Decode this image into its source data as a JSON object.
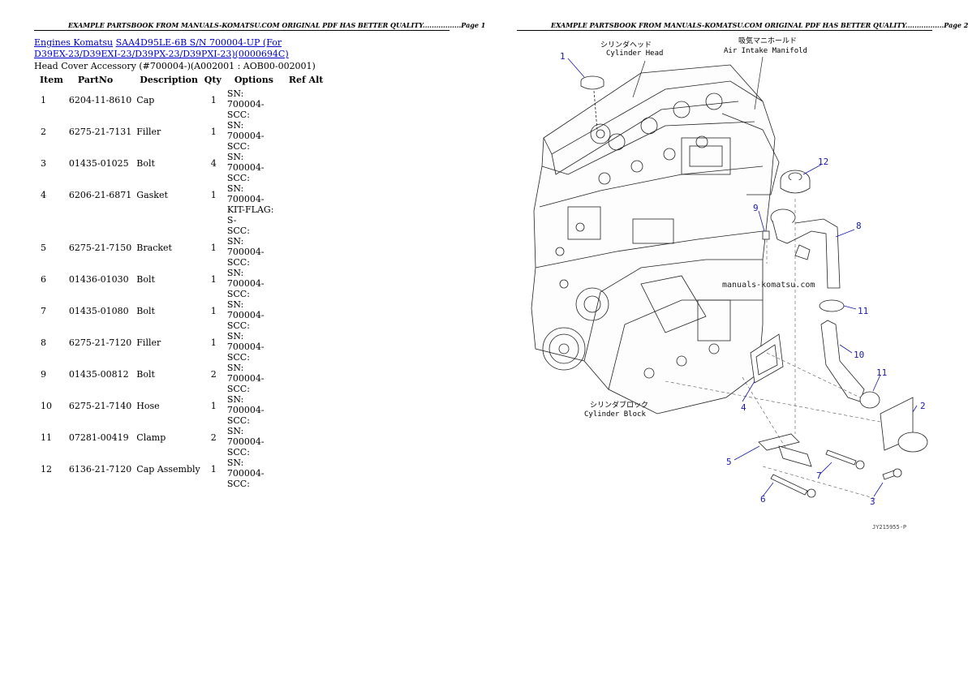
{
  "header_left": {
    "text": "EXAMPLE PARTSBOOK FROM MANUALS-KOMATSU.COM ORIGINAL PDF HAS BETTER QUALITY.................Page 1"
  },
  "header_right": {
    "text": "EXAMPLE PARTSBOOK FROM MANUALS-KOMATSU.COM ORIGINAL PDF HAS BETTER QUALITY.................Page 2"
  },
  "breadcrumb": {
    "link1": "Engines Komatsu",
    "link2_line1": "SAA4D95LE-6B S/N 700004-UP (For",
    "link2_line2": "D39EX-23/D39EXI-23/D39PX-23/D39PXI-23)(0000694C)"
  },
  "section_title": "Head Cover Accessory (#700004-)(A002001 : AOB00-002001)",
  "table": {
    "headers": [
      "Item",
      "PartNo",
      "Description",
      "Qty",
      "Options",
      "Ref Alt"
    ],
    "rows": [
      {
        "item": "1",
        "partno": "6204-11-8610",
        "desc": "Cap",
        "qty": "1",
        "opt1": "SN: 700004-",
        "opt2": "SCC:",
        "opt3": ""
      },
      {
        "item": "2",
        "partno": "6275-21-7131",
        "desc": "Filler",
        "qty": "1",
        "opt1": "SN: 700004-",
        "opt2": "SCC:",
        "opt3": ""
      },
      {
        "item": "3",
        "partno": "01435-01025",
        "desc": "Bolt",
        "qty": "4",
        "opt1": "SN: 700004-",
        "opt2": "SCC:",
        "opt3": ""
      },
      {
        "item": "4",
        "partno": "6206-21-6871",
        "desc": "Gasket",
        "qty": "1",
        "opt1": "SN: 700004-",
        "opt2": "KIT-FLAG: S-",
        "opt3": "SCC:"
      },
      {
        "item": "5",
        "partno": "6275-21-7150",
        "desc": "Bracket",
        "qty": "1",
        "opt1": "SN: 700004-",
        "opt2": "SCC:",
        "opt3": ""
      },
      {
        "item": "6",
        "partno": "01436-01030",
        "desc": "Bolt",
        "qty": "1",
        "opt1": "SN: 700004-",
        "opt2": "SCC:",
        "opt3": ""
      },
      {
        "item": "7",
        "partno": "01435-01080",
        "desc": "Bolt",
        "qty": "1",
        "opt1": "SN: 700004-",
        "opt2": "SCC:",
        "opt3": ""
      },
      {
        "item": "8",
        "partno": "6275-21-7120",
        "desc": "Filler",
        "qty": "1",
        "opt1": "SN: 700004-",
        "opt2": "SCC:",
        "opt3": ""
      },
      {
        "item": "9",
        "partno": "01435-00812",
        "desc": "Bolt",
        "qty": "2",
        "opt1": "SN: 700004-",
        "opt2": "SCC:",
        "opt3": ""
      },
      {
        "item": "10",
        "partno": "6275-21-7140",
        "desc": "Hose",
        "qty": "1",
        "opt1": "SN: 700004-",
        "opt2": "SCC:",
        "opt3": ""
      },
      {
        "item": "11",
        "partno": "07281-00419",
        "desc": "Clamp",
        "qty": "2",
        "opt1": "SN: 700004-",
        "opt2": "SCC:",
        "opt3": ""
      },
      {
        "item": "12",
        "partno": "6136-21-7120",
        "desc": "Cap Assembly",
        "qty": "1",
        "opt1": "SN: 700004-",
        "opt2": "SCC:",
        "opt3": ""
      }
    ]
  },
  "diagram": {
    "cylinder_head_jp": "シリンダヘッド",
    "cylinder_head_en": "Cylinder Head",
    "intake_jp": "吸気マニホールド",
    "intake_en": "Air Intake Manifold",
    "block_jp": "シリンダブロック",
    "block_en": "Cylinder Block",
    "watermark": "manuals-komatsu.com",
    "code": "JY215955-P",
    "callouts": [
      "1",
      "2",
      "3",
      "4",
      "5",
      "6",
      "7",
      "8",
      "9",
      "10",
      "11",
      "11",
      "12"
    ]
  }
}
